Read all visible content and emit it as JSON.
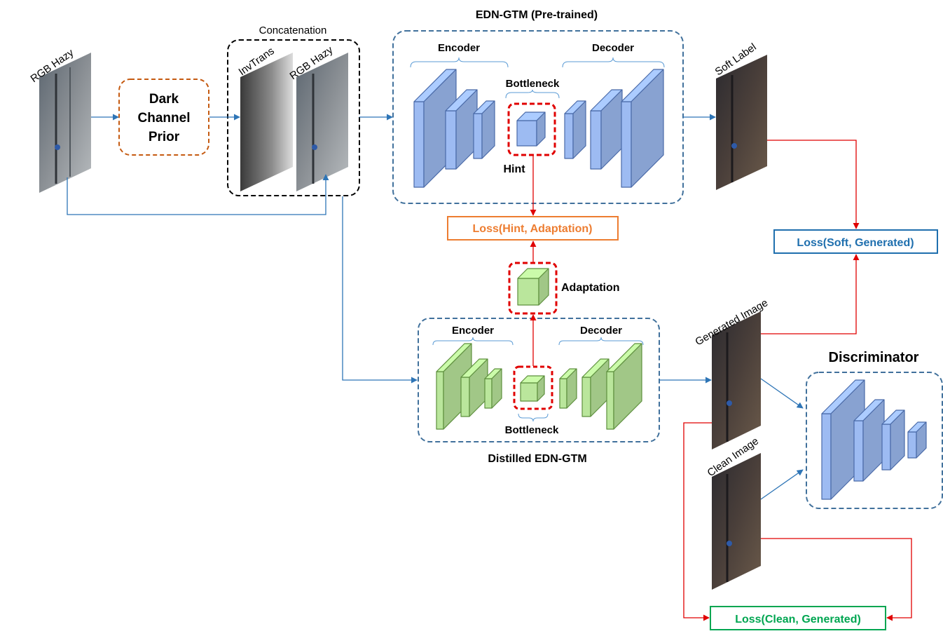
{
  "inputs": {
    "rgb_hazy": "RGB Hazy",
    "concat_title": "Concatenation",
    "invtrans": "InvTrans",
    "rgb_hazy_2": "RGB Hazy"
  },
  "dcp": {
    "line1": "Dark",
    "line2": "Channel",
    "line3": "Prior"
  },
  "teacher": {
    "title": "EDN-GTM (Pre-trained)",
    "encoder": "Encoder",
    "decoder": "Decoder",
    "bottleneck": "Bottleneck",
    "hint": "Hint"
  },
  "student": {
    "title": "Distilled EDN-GTM",
    "encoder": "Encoder",
    "decoder": "Decoder",
    "bottleneck": "Bottleneck",
    "adaptation": "Adaptation"
  },
  "images": {
    "soft_label": "Soft Label",
    "generated": "Generated Image",
    "clean": "Clean Image"
  },
  "losses": {
    "hint_adapt": "Loss(Hint, Adaptation)",
    "soft_gen": "Loss(Soft, Generated)",
    "clean_gen": "Loss(Clean, Generated)"
  },
  "discriminator": {
    "title": "Discriminator"
  },
  "colors": {
    "blue_line": "#2e75b6",
    "red_line": "#e00000",
    "orange": "#ed7d31",
    "green": "#00a651",
    "teal_blue": "#1f6fae",
    "blue_block": "#8faadc",
    "green_block": "#a9d18e",
    "dash_blue": "#41719c",
    "dcp_border": "#c55a11"
  }
}
